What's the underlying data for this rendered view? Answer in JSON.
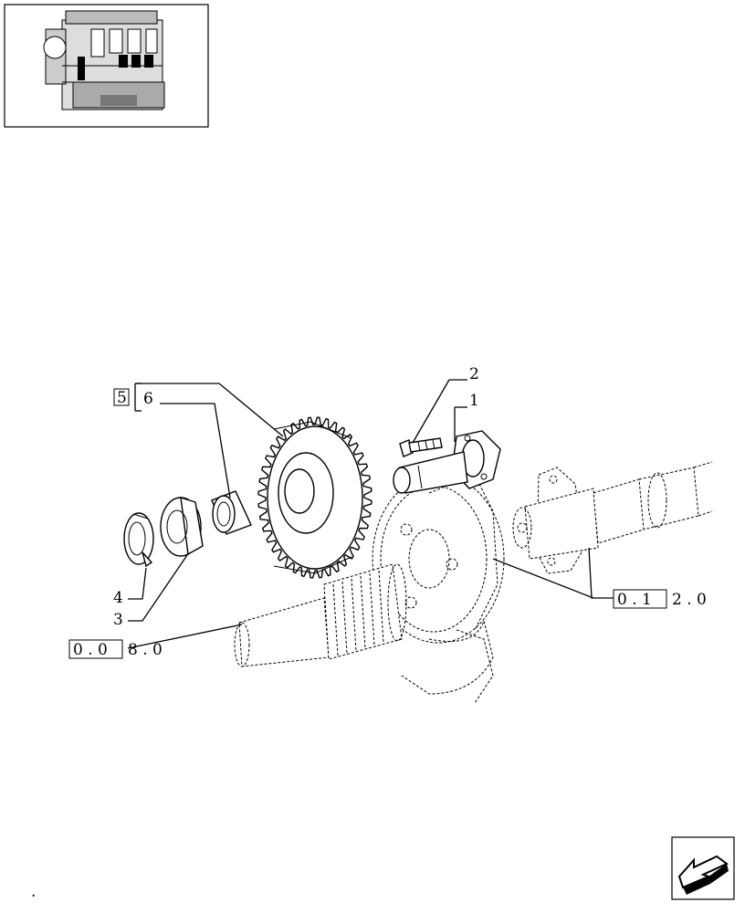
{
  "callouts": {
    "c1": "1",
    "c2": "2",
    "c3": "3",
    "c4": "4",
    "c5": "5",
    "c6": "6"
  },
  "refs": {
    "ref_left_boxed": "0 . 0",
    "ref_left_tail": "8 . 0",
    "ref_right_boxed": "0 . 1",
    "ref_right_tail": "2 . 0"
  },
  "footer": {
    "dot": "."
  },
  "icons": {
    "thumbnail": "engine-thumbnail-icon",
    "nav": "back-arrow-icon"
  }
}
